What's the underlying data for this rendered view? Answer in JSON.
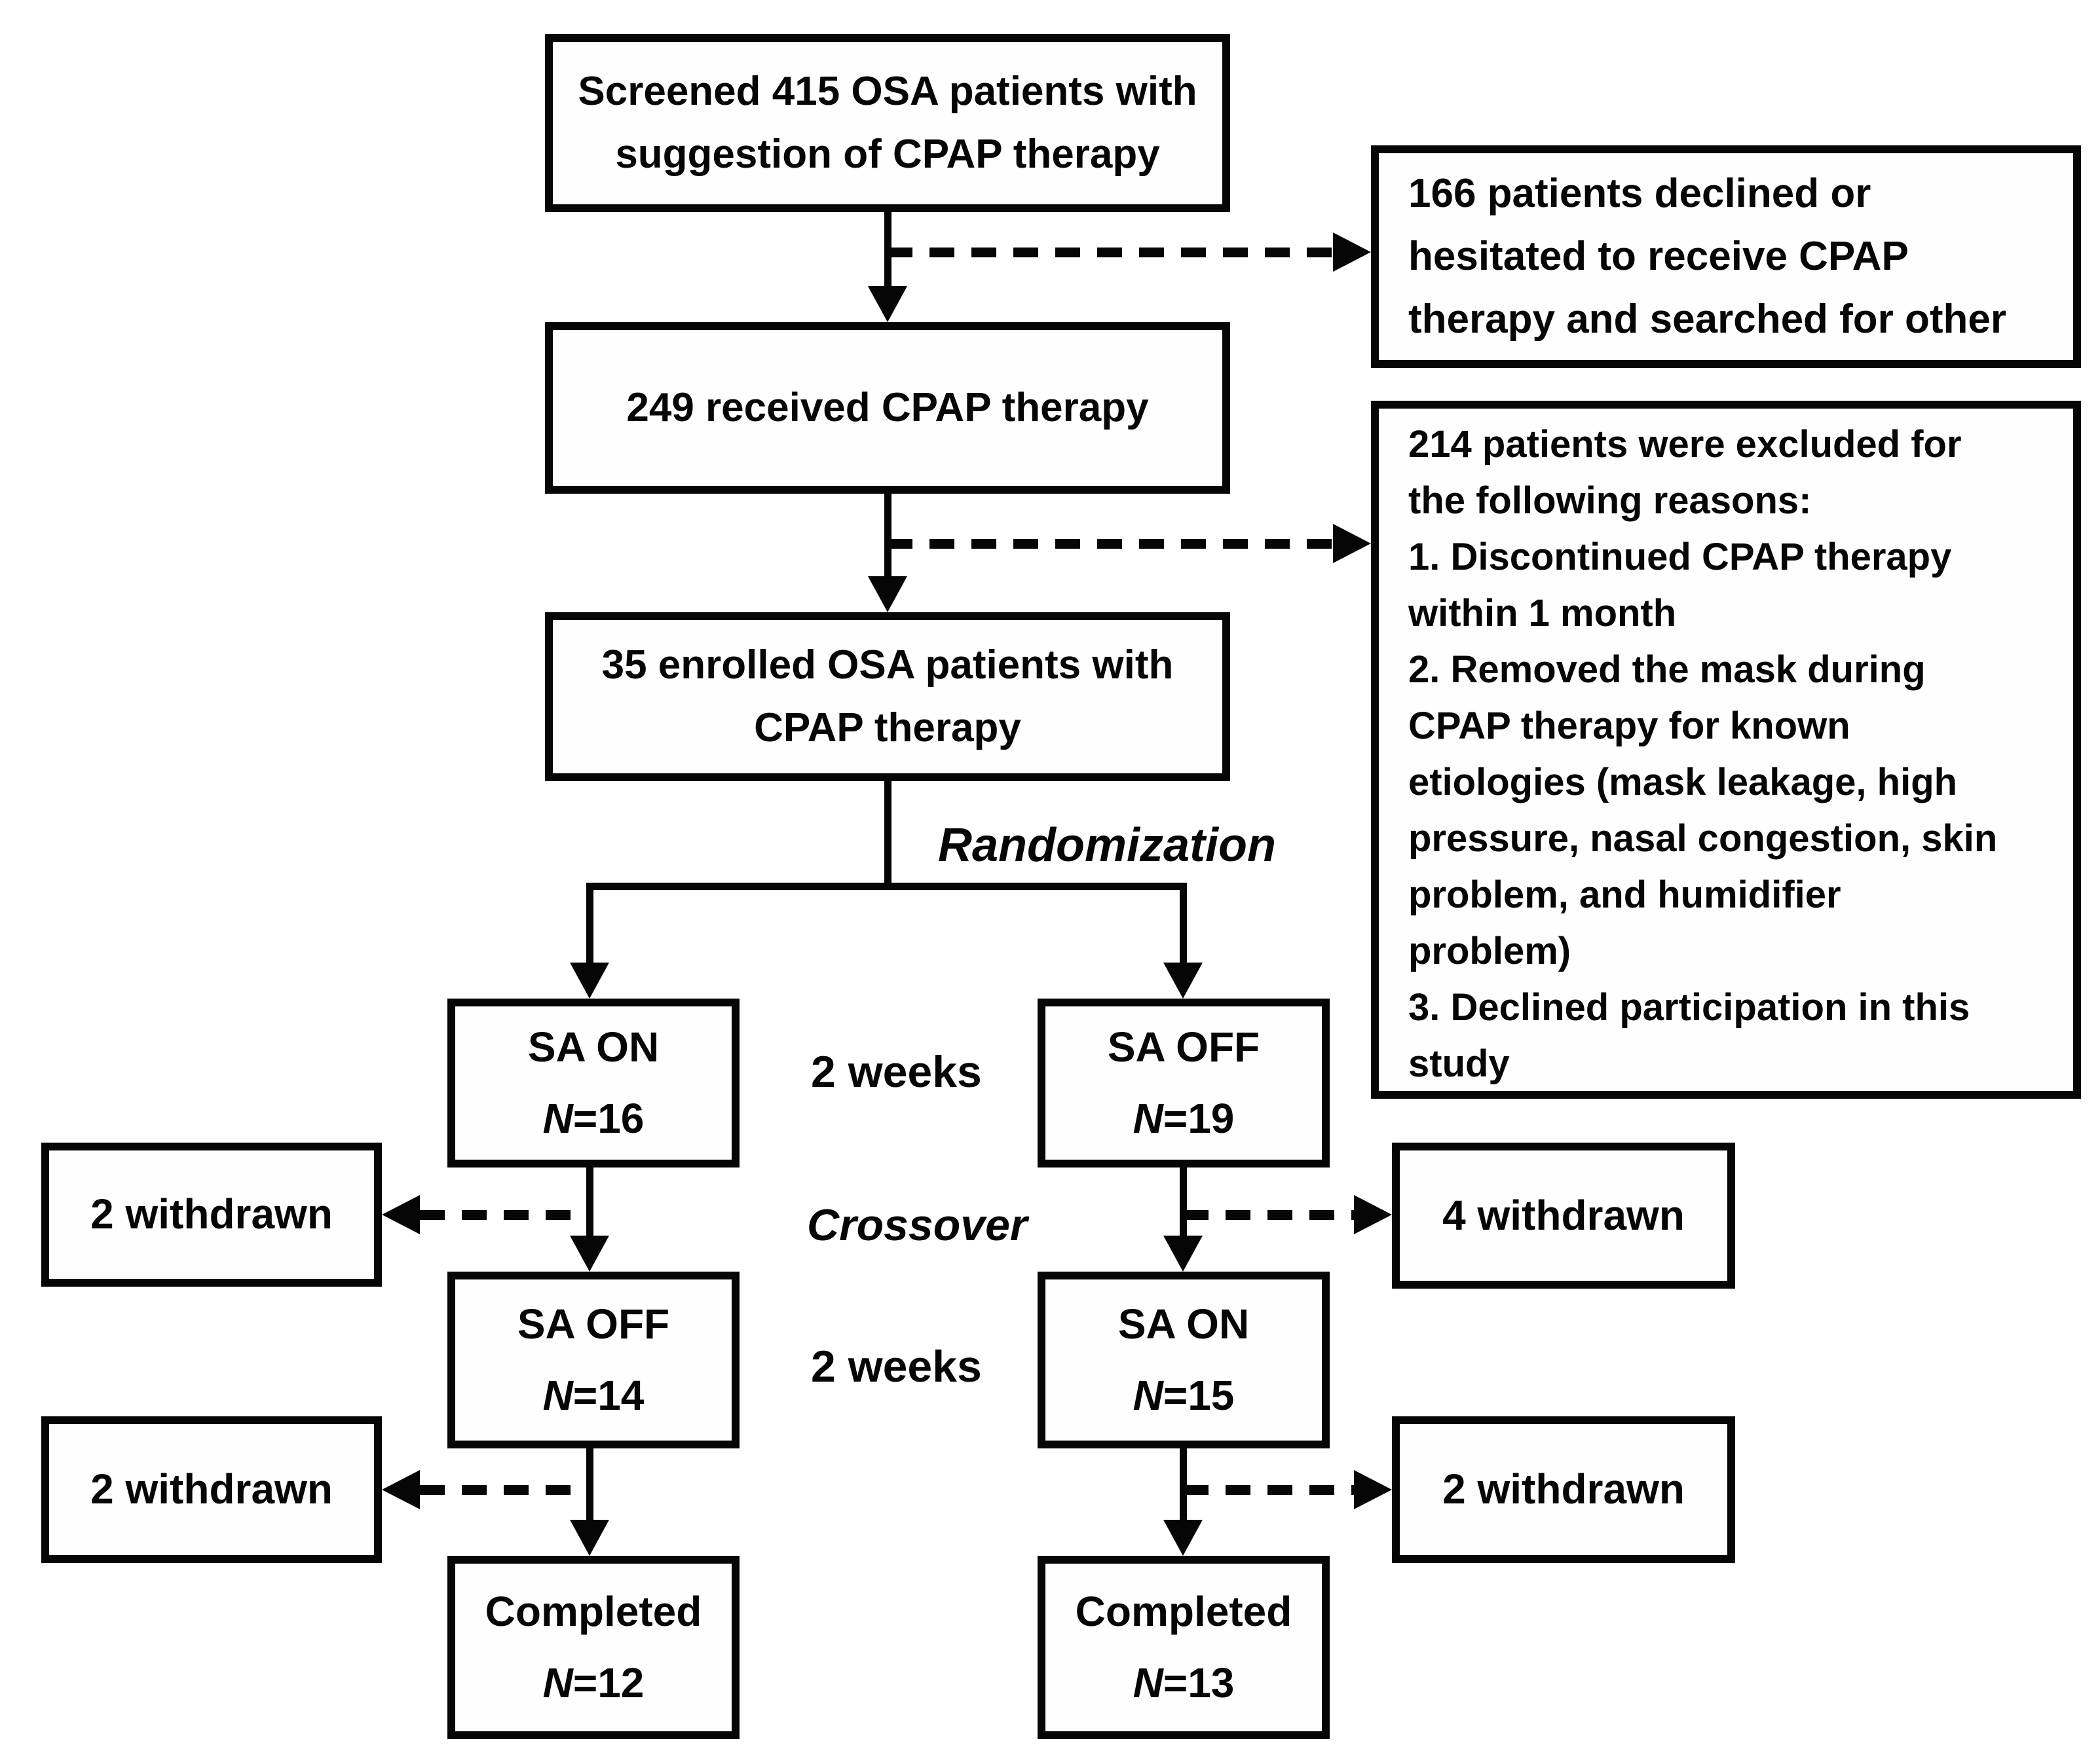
{
  "figure": {
    "colors": {
      "line": "#060606",
      "background": "#ffffff"
    },
    "boxes": {
      "screened_lines": [
        "Screened 415 OSA patients with",
        "suggestion of CPAP therapy"
      ],
      "declined_lines": [
        "166 patients declined or",
        "hesitated to receive CPAP",
        "therapy and searched for other"
      ],
      "received": "249 received CPAP therapy",
      "excluded_lines": [
        "214 patients were excluded for",
        "the following reasons:",
        "1. Discontinued CPAP therapy",
        "within 1 month",
        "2. Removed the mask during",
        "CPAP therapy for known",
        "etiologies (mask leakage, high",
        "pressure, nasal congestion, skin",
        "problem, and humidifier",
        "problem)",
        "3. Declined participation in this",
        "study"
      ],
      "enrolled_lines": [
        "35 enrolled OSA patients with",
        "CPAP therapy"
      ]
    },
    "labels": {
      "randomization": "Randomization",
      "crossover": "Crossover",
      "two_weeks_top": "2 weeks",
      "two_weeks_bottom": "2 weeks"
    },
    "arms": {
      "sa_on_first": {
        "title": "SA ON",
        "n": "N",
        "count": "=16"
      },
      "sa_off_first": {
        "title": "SA OFF",
        "n": "N",
        "count": "=19"
      },
      "sa_off_second": {
        "title": "SA OFF",
        "n": "N",
        "count": "=14"
      },
      "sa_on_second": {
        "title": "SA ON",
        "n": "N",
        "count": "=15"
      },
      "completed_left": {
        "title": "Completed",
        "n": "N",
        "count": "=12"
      },
      "completed_right": {
        "title": "Completed",
        "n": "N",
        "count": "=13"
      }
    },
    "withdrawn": {
      "left_first": "2 withdrawn",
      "right_first": "4 withdrawn",
      "left_second": "2 withdrawn",
      "right_second": "2 withdrawn"
    }
  }
}
